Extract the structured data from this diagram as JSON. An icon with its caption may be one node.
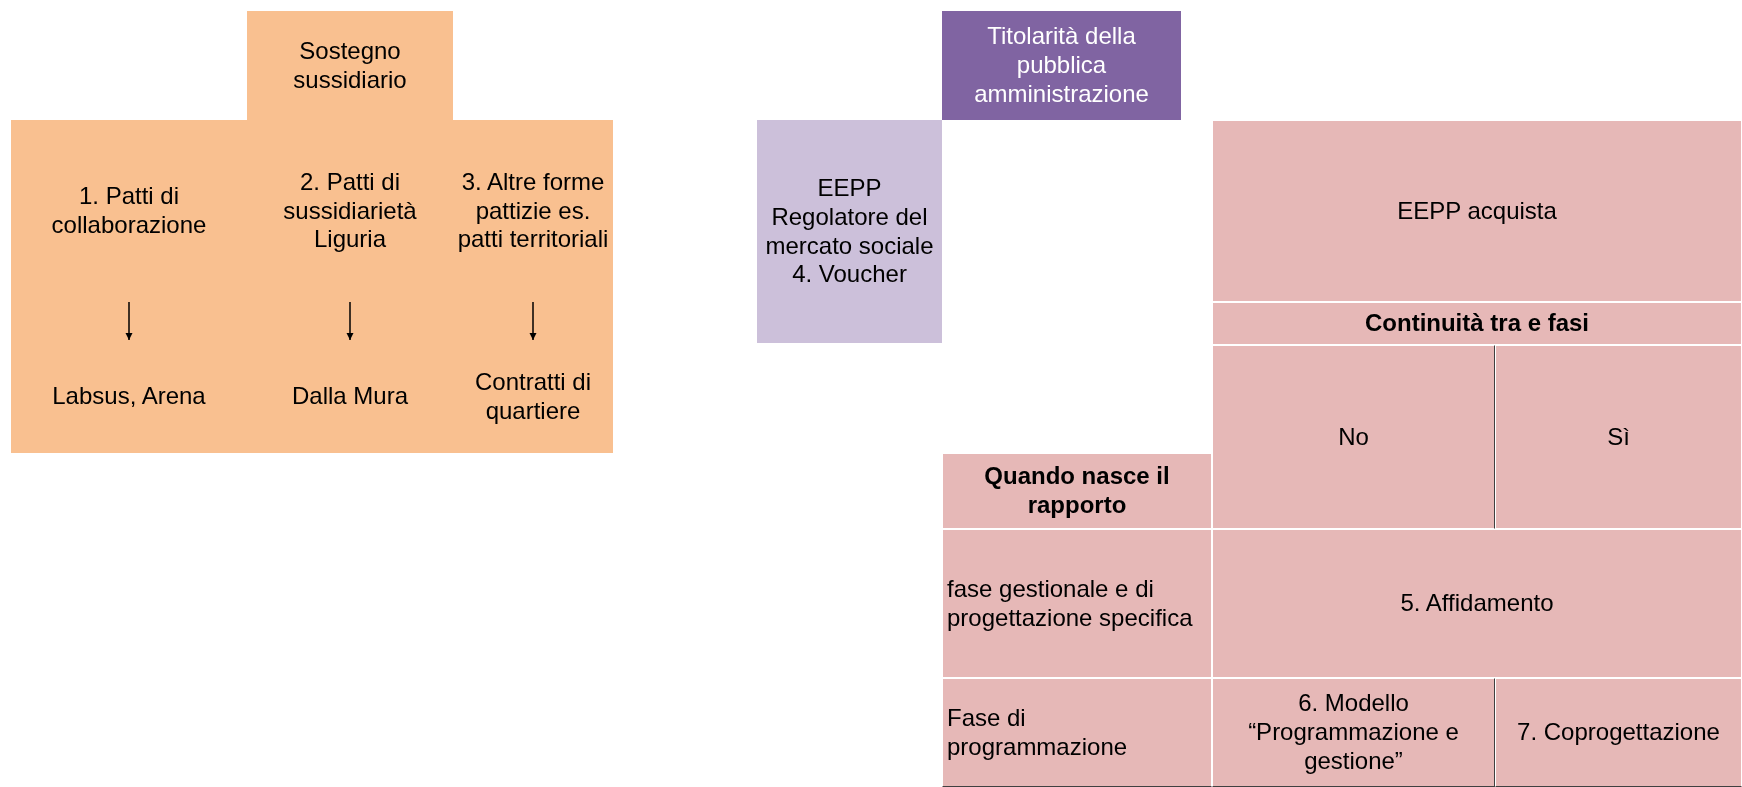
{
  "diagram": {
    "nodes": [
      {
        "text": [
          "Sostegno sussidiario"
        ]
      },
      {
        "text": [
          "1. Patti di collaborazione"
        ]
      },
      {
        "text": [
          "2. Patti di sussidiarietà Liguria"
        ]
      },
      {
        "text": [
          "3. Altre forme pattizie es. patti territoriali"
        ]
      },
      {
        "text": [
          "Labsus, Arena"
        ]
      },
      {
        "text": [
          "Dalla Mura"
        ]
      },
      {
        "text": [
          "Contratti di quartiere"
        ]
      },
      {
        "text": [
          "Titolarità della pubblica amministrazione"
        ]
      },
      {
        "text": [
          "EEPP Regolatore del mercato sociale",
          "4. Voucher"
        ]
      },
      {
        "text": [
          "EEPP acquista"
        ]
      },
      {
        "text": [
          "Continuità tra e fasi"
        ]
      },
      {
        "text": [
          "No"
        ]
      },
      {
        "text": [
          "Sì"
        ]
      },
      {
        "text": [
          "Quando nasce il rapporto"
        ]
      },
      {
        "text": [
          "fase gestionale e di progettazione specifica"
        ]
      },
      {
        "text": [
          "5. Affidamento"
        ]
      },
      {
        "text": [
          "Fase di programmazione"
        ]
      },
      {
        "text": [
          "6. Modello “Programmazione e gestione”"
        ]
      },
      {
        "text": [
          "7. Coprogettazione"
        ]
      }
    ],
    "edges": [
      {
        "from": 1,
        "to": 4,
        "arrow": "to"
      },
      {
        "from": 2,
        "to": 5,
        "arrow": "to"
      },
      {
        "from": 3,
        "to": 6,
        "arrow": "to"
      }
    ]
  }
}
